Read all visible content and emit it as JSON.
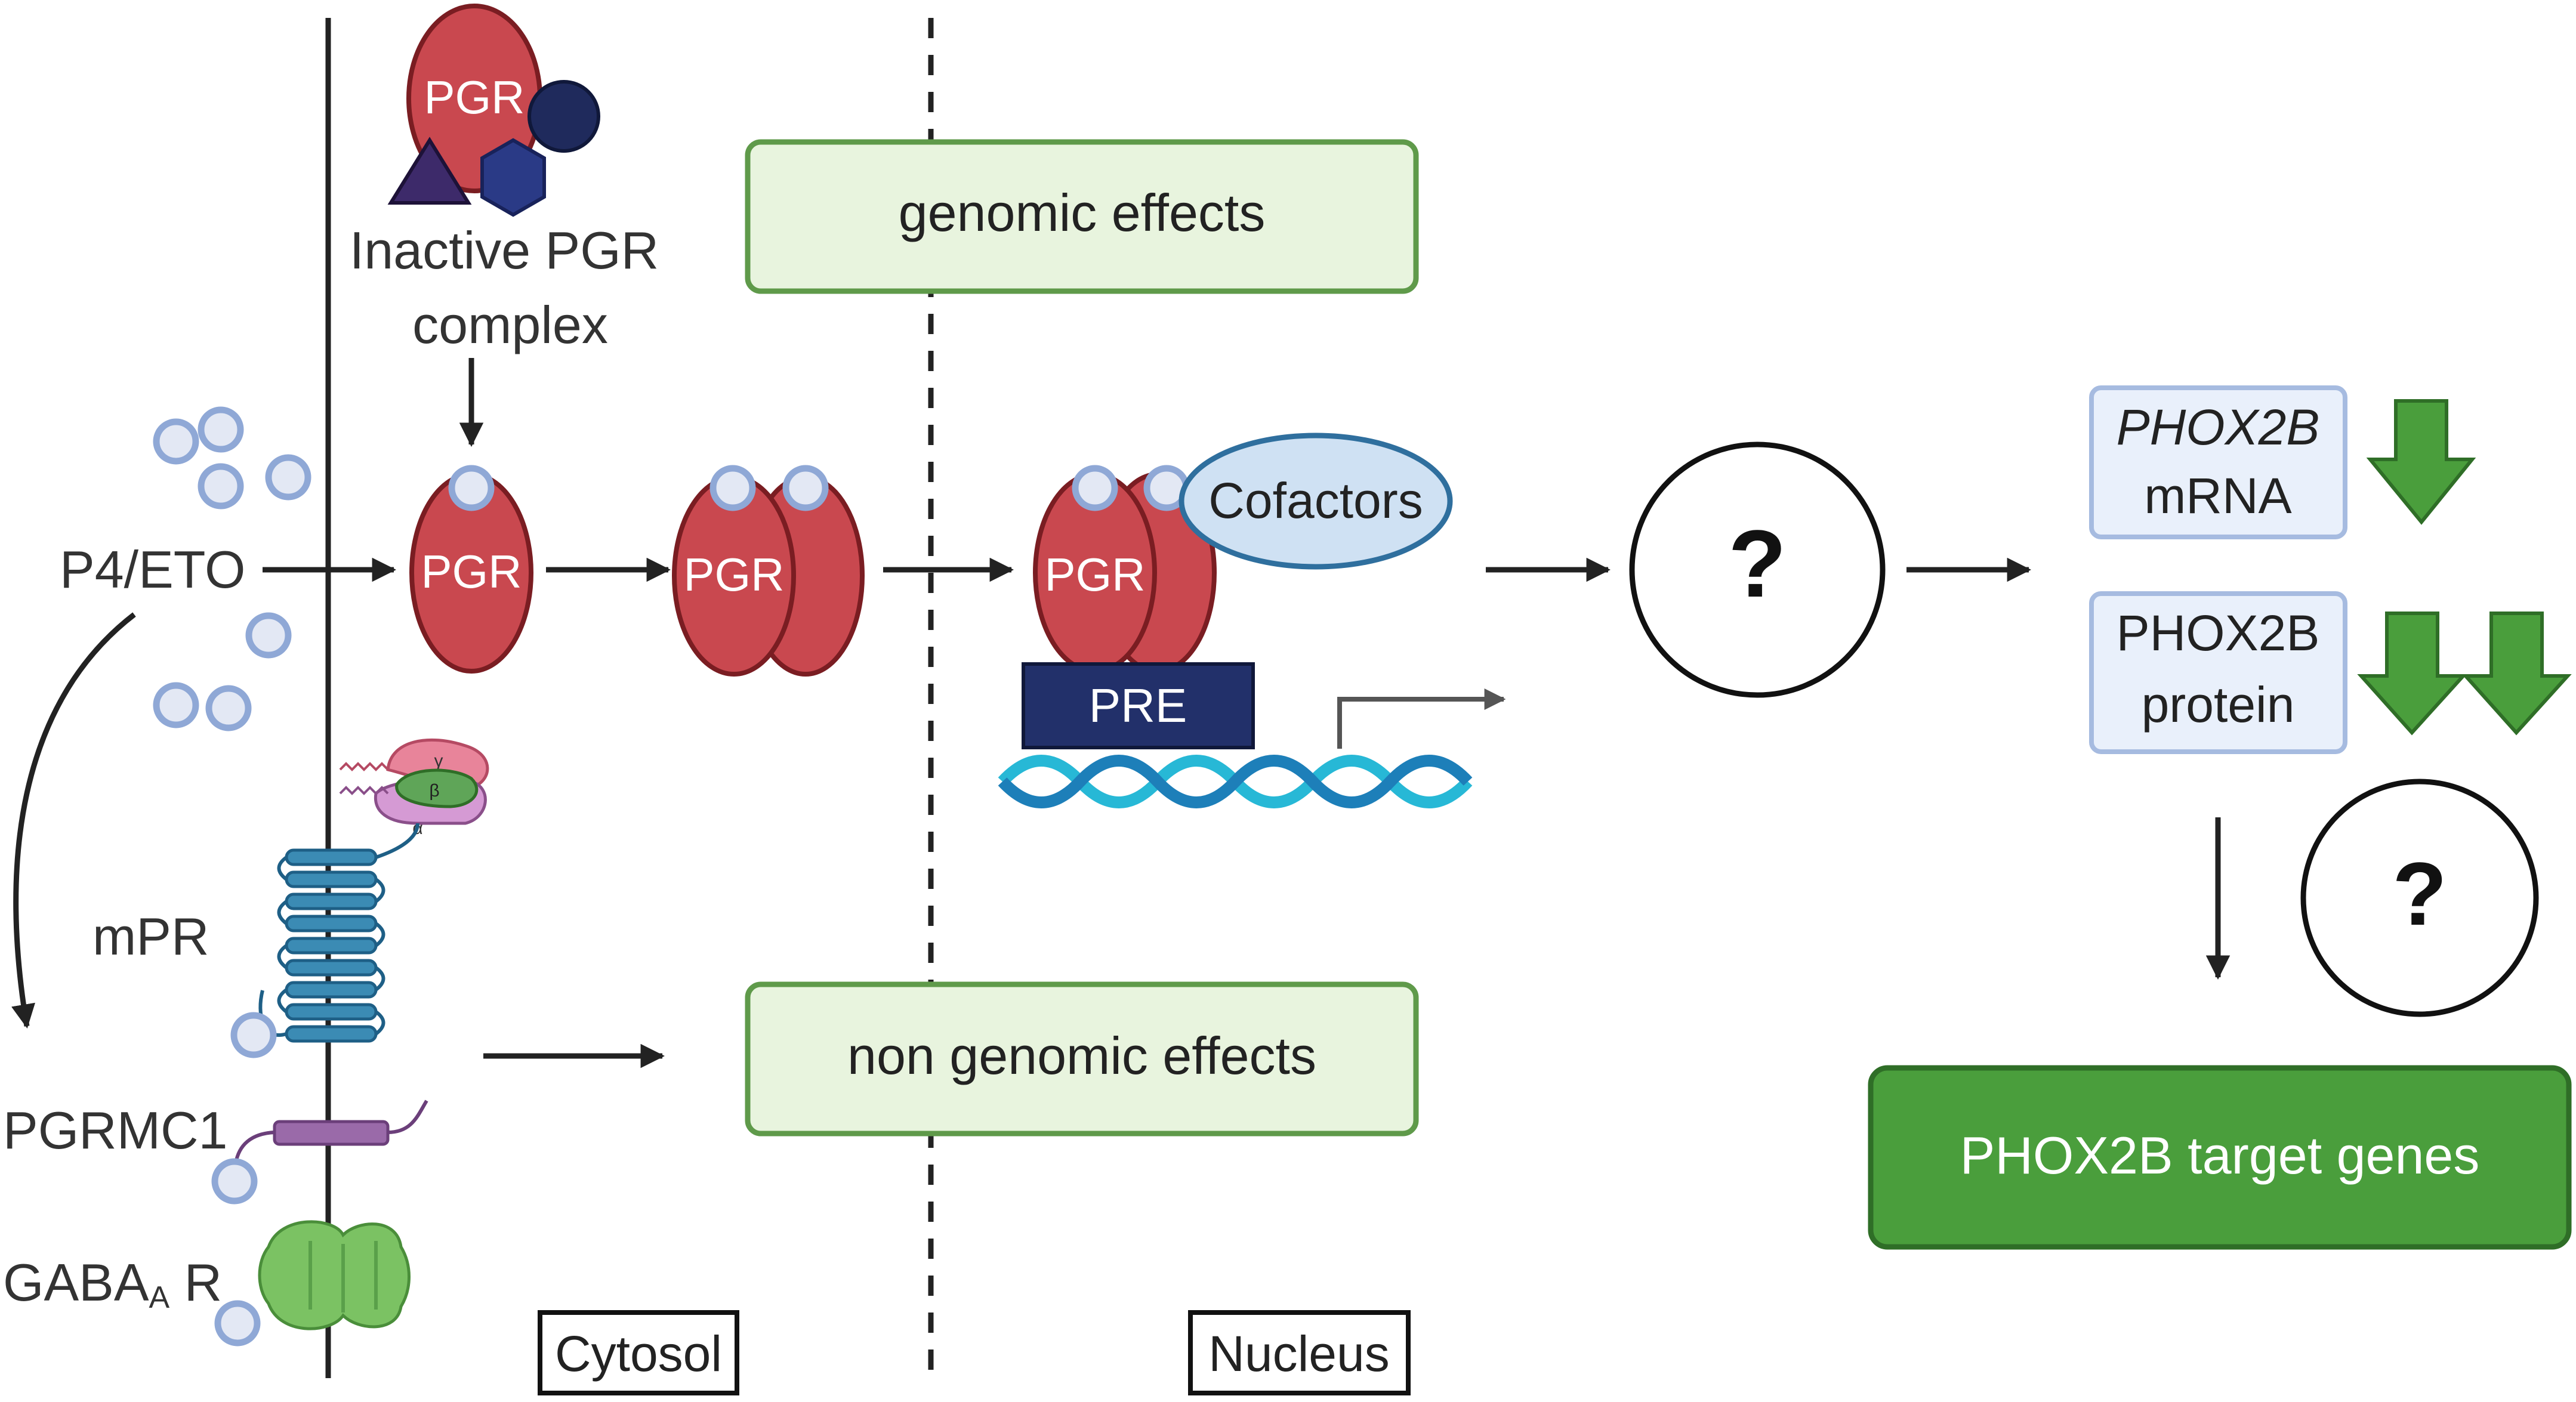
{
  "labels": {
    "inactive_line1": "Inactive PGR",
    "inactive_line2": "complex",
    "p4_eto": "P4/ETO",
    "mpr": "mPR",
    "pgrmc1": "PGRMC1",
    "gaba_main": "GABA",
    "gaba_sub": "A",
    "gaba_suffix": " R",
    "cytosol": "Cytosol",
    "nucleus": "Nucleus",
    "pgr": "PGR",
    "cofactors": "Cofactors",
    "pre": "PRE",
    "question": "?",
    "gamma": "γ",
    "beta": "β",
    "alpha": "α"
  },
  "boxes": {
    "genomic": "genomic effects",
    "non_genomic": "non genomic effects",
    "target_genes": "PHOX2B target genes"
  },
  "phox2b": {
    "mrna_line1": "PHOX2B",
    "mrna_line2": "mRNA",
    "protein_line1": "PHOX2B",
    "protein_line2": "protein"
  },
  "colors": {
    "pgr_red": "#c9484f",
    "pgr_stroke": "#7a1d22",
    "ligand_fill": "#e3e8f4",
    "ligand_stroke": "#8fa8d6",
    "effect_box_fill": "#e8f4de",
    "effect_box_stroke": "#5f9a4a",
    "target_box_fill": "#4a9e3c",
    "target_box_stroke": "#2f6e27",
    "phox_box_fill": "#e9f0fb",
    "phox_box_stroke": "#a6bbe0",
    "down_arrow_green": "#4a9e3c",
    "pre_navy": "#22306a",
    "receptor_blue": "#3b8bb4",
    "dna_dark": "#1d7fb9",
    "dna_light": "#27b8d6",
    "gaba_green": "#7bc263",
    "pgrmc1_purple": "#9a6aa9",
    "dark_navy": "#1f2a5c",
    "dark_purple": "#3d2a6a"
  }
}
